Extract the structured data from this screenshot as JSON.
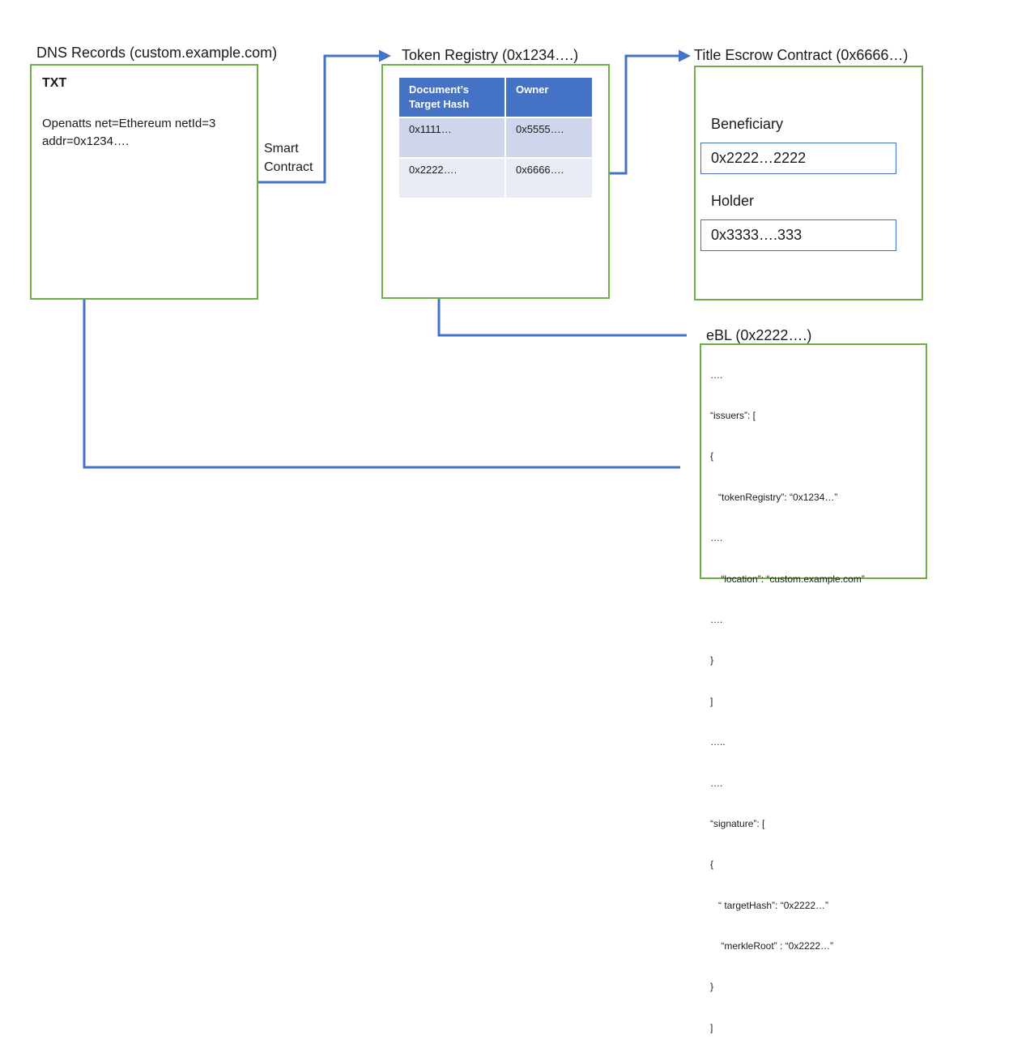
{
  "dns": {
    "title": "DNS Records (custom.example.com)",
    "record_type": "TXT",
    "record_lines": [
      "Openatts net=Ethereum netId=3",
      "addr=0x1234…."
    ]
  },
  "connector": {
    "label_lines": [
      "Smart",
      "Contract"
    ]
  },
  "registry": {
    "title": "Token Registry (0x1234….)",
    "columns": [
      "Document’s Target Hash",
      "Owner"
    ],
    "rows": [
      {
        "hash": "0x1111…",
        "owner": "0x5555…."
      },
      {
        "hash": "0x2222….",
        "owner": "0x6666…."
      }
    ]
  },
  "escrow": {
    "title": "Title Escrow Contract (0x6666…)",
    "beneficiary_label": "Beneficiary",
    "beneficiary_value": "0x2222…2222",
    "holder_label": "Holder",
    "holder_value": "0x3333….333"
  },
  "ebl": {
    "title": "eBL (0x2222….)",
    "json_lines": [
      "….",
      "“issuers”: [",
      "{",
      "   “tokenRegistry”: “0x1234…”",
      "….",
      "    “location”: “custom.example.com”",
      "….",
      "}",
      "]",
      "…..",
      "….",
      "“signature”: [",
      "{",
      "   “ targetHash”: “0x2222…”",
      "    “merkleRoot” : “0x2222…”",
      "}",
      "]"
    ]
  },
  "colors": {
    "box_border": "#70ad47",
    "arrow": "#4472c4",
    "table_header": "#4472c4",
    "row_dark": "#cfd5ea",
    "row_light": "#e9ebf5"
  }
}
